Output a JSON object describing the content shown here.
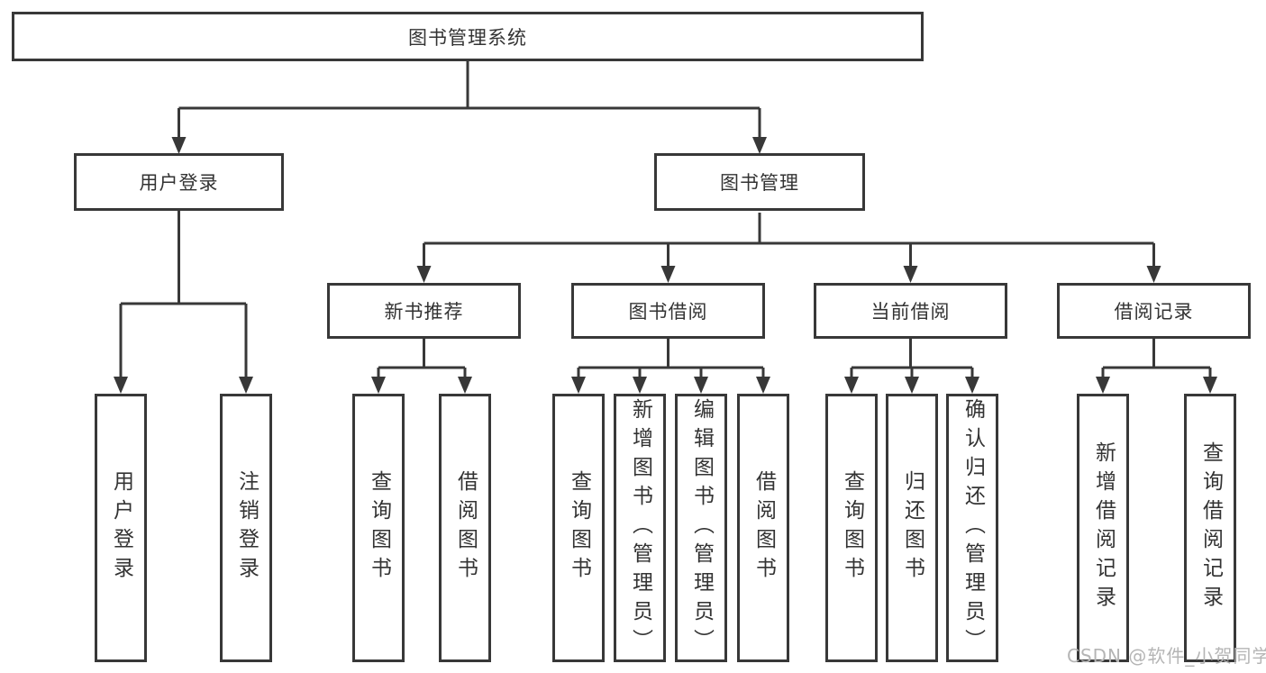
{
  "tree": {
    "root": {
      "label": "图书管理系统"
    },
    "branches": [
      {
        "label": "用户登录",
        "children": [
          {
            "label": "用户登录"
          },
          {
            "label": "注销登录"
          }
        ]
      },
      {
        "label": "图书管理",
        "children": [
          {
            "label": "新书推荐",
            "children": [
              {
                "label": "查询图书"
              },
              {
                "label": "借阅图书"
              }
            ]
          },
          {
            "label": "图书借阅",
            "children": [
              {
                "label": "查询图书"
              },
              {
                "label": "新增图书（管理员）"
              },
              {
                "label": "编辑图书（管理员）"
              },
              {
                "label": "借阅图书"
              }
            ]
          },
          {
            "label": "当前借阅",
            "children": [
              {
                "label": "查询图书"
              },
              {
                "label": "归还图书"
              },
              {
                "label": "确认归还（管理员）"
              }
            ]
          },
          {
            "label": "借阅记录",
            "children": [
              {
                "label": "新增借阅记录"
              },
              {
                "label": "查询借阅记录"
              }
            ]
          }
        ]
      }
    ]
  },
  "watermark": {
    "text": "CSDN @软件_小贺同学"
  },
  "colors": {
    "line": "#383838",
    "text": "#333333",
    "watermark": "#b5b5b5",
    "background": "#ffffff"
  }
}
